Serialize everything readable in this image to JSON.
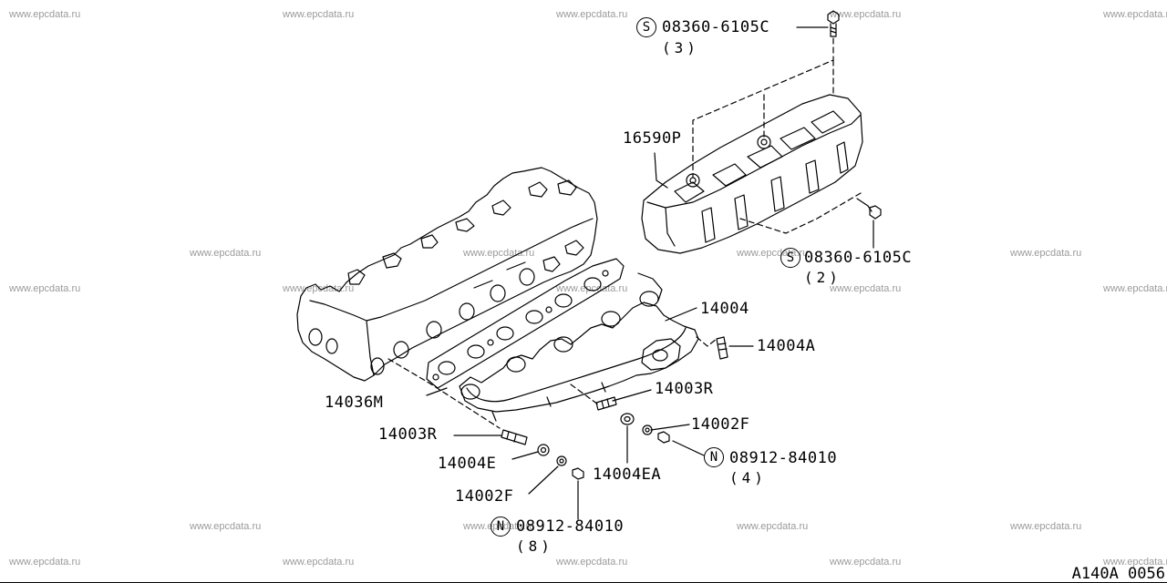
{
  "watermark": "www.epcdata.ru",
  "diagram_ref": "A140A 0056",
  "parts": {
    "bolt_top": {
      "symbol": "S",
      "code": "08360-6105C",
      "qty": "(3)"
    },
    "cover": {
      "code": "16590P"
    },
    "bolt_right": {
      "symbol": "S",
      "code": "08360-6105C",
      "qty": "(2)"
    },
    "manifold": {
      "code": "14004"
    },
    "stud_a": {
      "code": "14004A"
    },
    "stud_r_upper": {
      "code": "14003R"
    },
    "gasket": {
      "code": "14036M"
    },
    "washer_f_r": {
      "code": "14002F"
    },
    "stud_r_lower": {
      "code": "14003R"
    },
    "spacer_ea": {
      "code": "14004EA"
    },
    "nut_right": {
      "symbol": "N",
      "code": "08912-84010",
      "qty": "(4)"
    },
    "spacer_e": {
      "code": "14004E"
    },
    "washer_f_l": {
      "code": "14002F"
    },
    "nut_bottom": {
      "symbol": "N",
      "code": "08912-84010",
      "qty": "(8)"
    }
  }
}
